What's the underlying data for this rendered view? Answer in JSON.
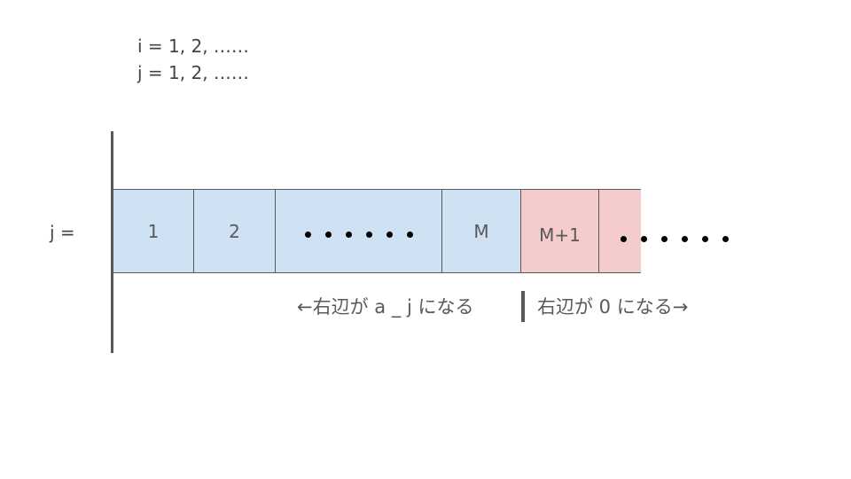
{
  "header": {
    "line_i": "i = 1, 2, ……",
    "line_j": "j = 1, 2, ……"
  },
  "row_label": "j =",
  "cells": [
    {
      "label": "1",
      "color": "#cfe2f3"
    },
    {
      "label": "2",
      "color": "#cfe2f3"
    },
    {
      "label": "dots-6",
      "color": "#cfe2f3"
    },
    {
      "label": "M",
      "color": "#cfe2f3"
    },
    {
      "label": "M+1",
      "color": "#f4cccc"
    },
    {
      "label": "dots-6",
      "color": "#f4cccc"
    }
  ],
  "captions": {
    "left": "←右辺が a _ j になる",
    "right": "右辺が 0 になる→"
  },
  "colors": {
    "blue_region": "#cfe2f3",
    "pink_region": "#f4cccc",
    "line": "#595959"
  }
}
